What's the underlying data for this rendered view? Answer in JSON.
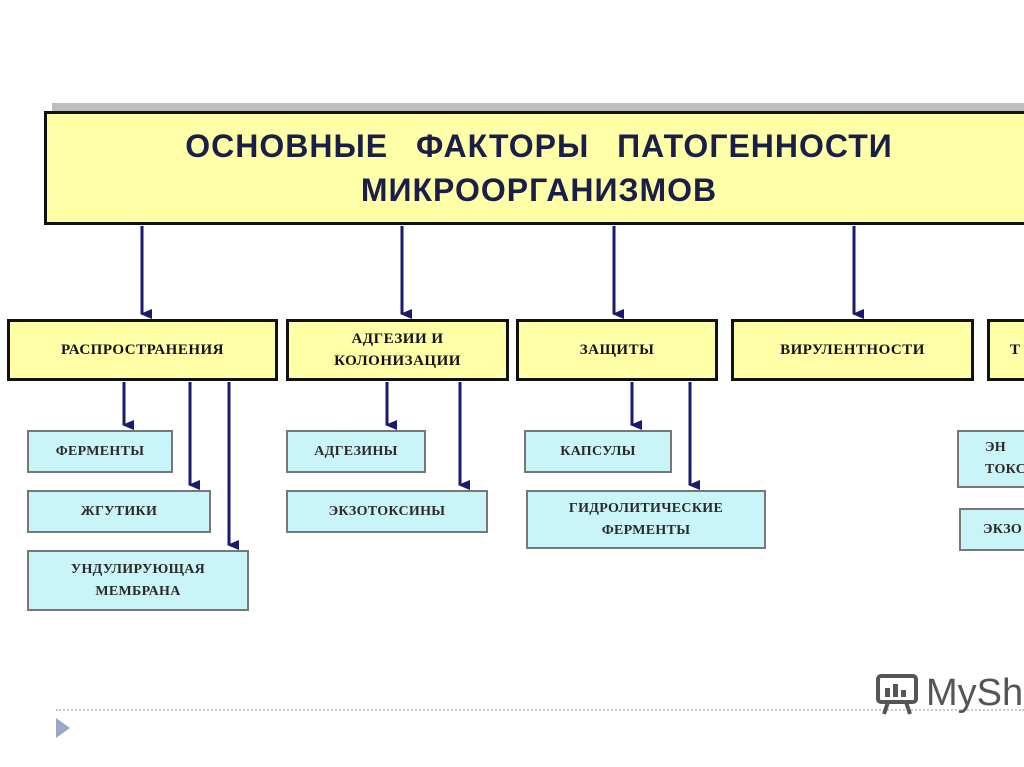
{
  "title": {
    "line1": "ОСНОВНЫЕ ФАКТОРЫ ПАТОГЕННОСТИ",
    "line2": "МИКРООРГАНИЗМОВ"
  },
  "categories": [
    {
      "label": "РАСПРОСТРАНЕНИЯ",
      "items": [
        "ФЕРМЕНТЫ",
        "ЖГУТИКИ",
        "УНДУЛИРУЮЩАЯ МЕМБРАНА"
      ]
    },
    {
      "label": "АДГЕЗИИ И КОЛОНИЗАЦИИ",
      "items": [
        "АДГЕЗИНЫ",
        "ЭКЗОТОКСИНЫ"
      ]
    },
    {
      "label": "ЗАЩИТЫ",
      "items": [
        "КАПСУЛЫ",
        "ГИДРОЛИТИЧЕСКИЕ ФЕРМЕНТЫ"
      ]
    },
    {
      "label": "ВИРУЛЕНТНОСТИ",
      "items": []
    },
    {
      "label": "Т",
      "items": [
        "ЭН ТОКС",
        "ЭКЗО"
      ]
    }
  ],
  "watermark": "MySh",
  "colors": {
    "category_fill": "#ffffa8",
    "item_fill": "#c9f4f8",
    "arrow": "#1a1a6e",
    "title_text": "#1a1f4a"
  }
}
